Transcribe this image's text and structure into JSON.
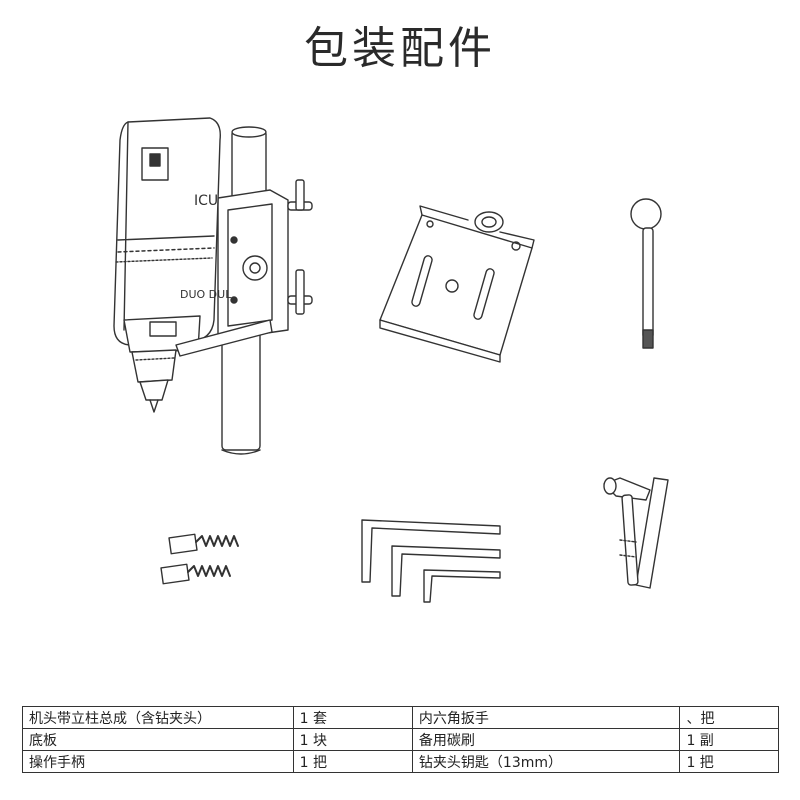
{
  "title": "包装配件",
  "illustrations": [
    {
      "id": "drill-head-column-assembly",
      "icon": "drill-with-column"
    },
    {
      "id": "base-plate",
      "icon": "base-plate"
    },
    {
      "id": "operating-handle",
      "icon": "ball-handle"
    },
    {
      "id": "carbon-brushes",
      "icon": "carbon-brush-pair"
    },
    {
      "id": "hex-keys",
      "icon": "hex-key-set"
    },
    {
      "id": "chuck-key",
      "icon": "chuck-key"
    }
  ],
  "table": {
    "rows": [
      {
        "item1": "机头带立柱总成（含钻夹头）",
        "qty1": "1 套",
        "item2": "内六角扳手",
        "qty2": "、把"
      },
      {
        "item1": "底板",
        "qty1": "1 块",
        "item2": "备用碳刷",
        "qty2": "1 副"
      },
      {
        "item1": "操作手柄",
        "qty1": "1 把",
        "item2": "钻夹头钥匙（13mm）",
        "qty2": "1 把"
      }
    ]
  }
}
